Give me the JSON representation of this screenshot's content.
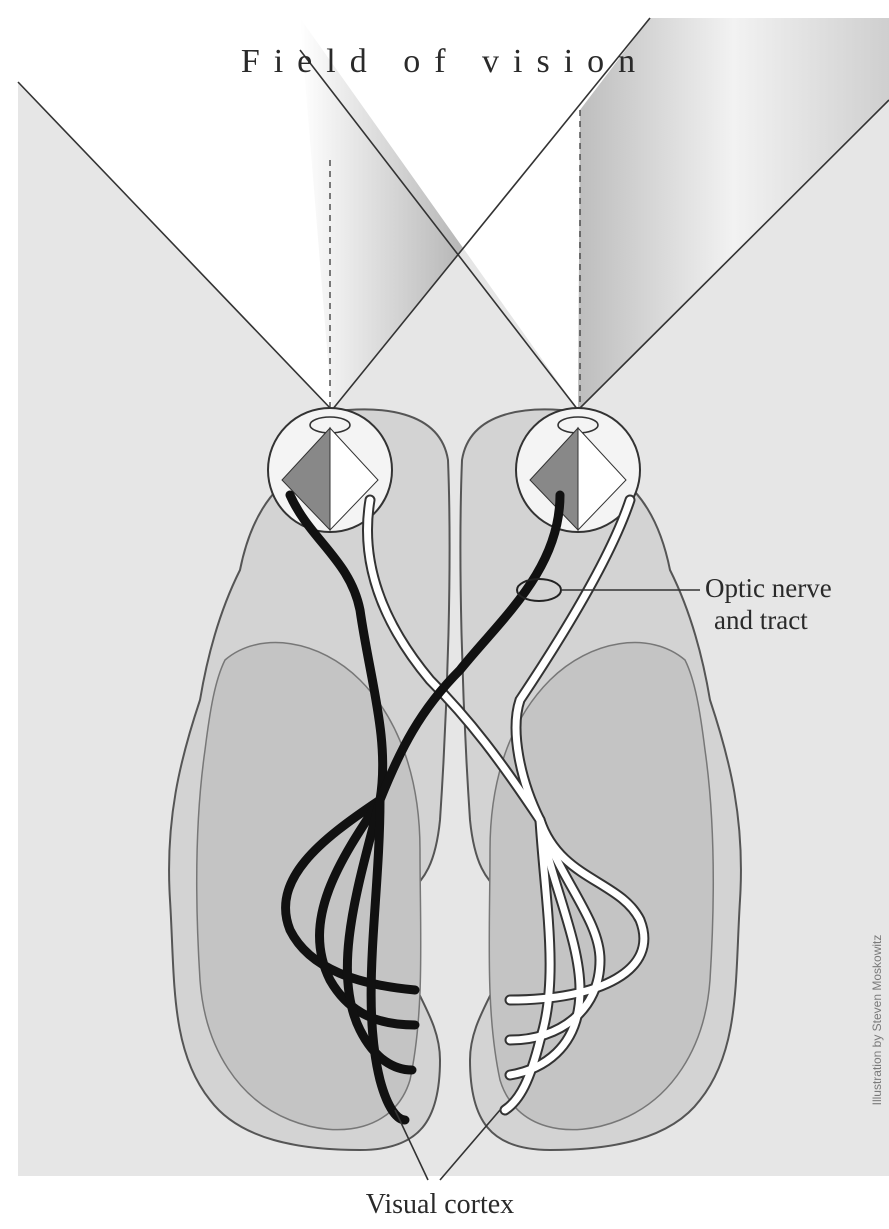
{
  "title": "Field of vision",
  "labels": {
    "optic_line1": "Optic nerve",
    "optic_line2": "and tract",
    "visual_cortex": "Visual cortex"
  },
  "credit": "Illustration by Steven Moskowitz",
  "colors": {
    "background_panel": "#e6e6e6",
    "brain_outer": "#d2d2d2",
    "brain_inner": "#c0c0c0",
    "left_pathway": "#111111",
    "right_pathway": "#ffffff",
    "outline": "#3a3a3a"
  }
}
